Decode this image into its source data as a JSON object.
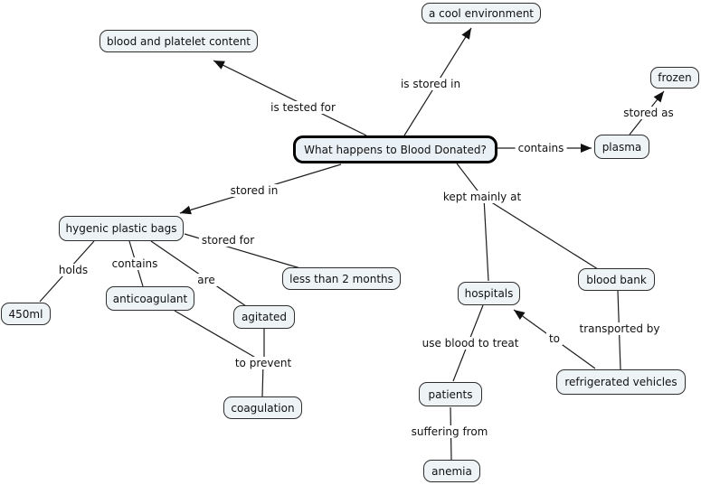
{
  "diagram": {
    "main_question": "What happens to Blood Donated?",
    "nodes": {
      "cool_environment": "a cool environment",
      "blood_platelet": "blood and platelet content",
      "frozen": "frozen",
      "plasma": "plasma",
      "main": "What happens to Blood Donated?",
      "bags": "hygenic plastic bags",
      "ml450": "450ml",
      "anticoagulant": "anticoagulant",
      "agitated": "agitated",
      "coagulation": "coagulation",
      "less_2_months": "less than 2 months",
      "hospitals": "hospitals",
      "blood_bank": "blood bank",
      "refrigerated": "refrigerated vehicles",
      "patients": "patients",
      "anemia": "anemia"
    },
    "link_labels": {
      "is_tested_for": "is tested for",
      "is_stored_in": "is stored in",
      "contains_plasma": "contains",
      "stored_as": "stored as",
      "stored_in": "stored in",
      "kept_mainly_at": "kept mainly at",
      "stored_for": "stored for",
      "holds": "holds",
      "contains_bags": "contains",
      "are": "are",
      "to_prevent": "to prevent",
      "use_blood_to_treat": "use blood to treat",
      "to": "to",
      "transported_by": "transported by",
      "suffering_from": "suffering from"
    },
    "relationships": [
      {
        "from": "What happens to Blood Donated?",
        "phrase": "is tested for",
        "to": "blood and platelet content",
        "arrow": true
      },
      {
        "from": "What happens to Blood Donated?",
        "phrase": "is stored in",
        "to": "a cool environment",
        "arrow": true
      },
      {
        "from": "What happens to Blood Donated?",
        "phrase": "contains",
        "to": "plasma",
        "arrow": true
      },
      {
        "from": "plasma",
        "phrase": "stored as",
        "to": "frozen",
        "arrow": true
      },
      {
        "from": "What happens to Blood Donated?",
        "phrase": "stored in",
        "to": "hygenic plastic bags",
        "arrow": true
      },
      {
        "from": "hygenic plastic bags",
        "phrase": "stored for",
        "to": "less than 2 months",
        "arrow": false
      },
      {
        "from": "hygenic plastic bags",
        "phrase": "holds",
        "to": "450ml",
        "arrow": false
      },
      {
        "from": "hygenic plastic bags",
        "phrase": "contains",
        "to": "anticoagulant",
        "arrow": false
      },
      {
        "from": "hygenic plastic bags",
        "phrase": "are",
        "to": "agitated",
        "arrow": false
      },
      {
        "from": "anticoagulant",
        "phrase": "to prevent",
        "to": "coagulation",
        "arrow": false
      },
      {
        "from": "agitated",
        "phrase": "to prevent",
        "to": "coagulation",
        "arrow": false
      },
      {
        "from": "What happens to Blood Donated?",
        "phrase": "kept mainly at",
        "to": "hospitals",
        "arrow": false
      },
      {
        "from": "What happens to Blood Donated?",
        "phrase": "kept mainly at",
        "to": "blood bank",
        "arrow": false
      },
      {
        "from": "blood bank",
        "phrase": "transported by",
        "to": "refrigerated vehicles",
        "arrow": false
      },
      {
        "from": "refrigerated vehicles",
        "phrase": "to",
        "to": "hospitals",
        "arrow": true
      },
      {
        "from": "hospitals",
        "phrase": "use blood to treat",
        "to": "patients",
        "arrow": false
      },
      {
        "from": "patients",
        "phrase": "suffering from",
        "to": "anemia",
        "arrow": false
      }
    ],
    "colors": {
      "node_fill": "#eef3f6",
      "node_border": "#2e2e2e",
      "main_border": "#000000",
      "line": "#1c1c1c",
      "background": "#ffffff"
    }
  }
}
